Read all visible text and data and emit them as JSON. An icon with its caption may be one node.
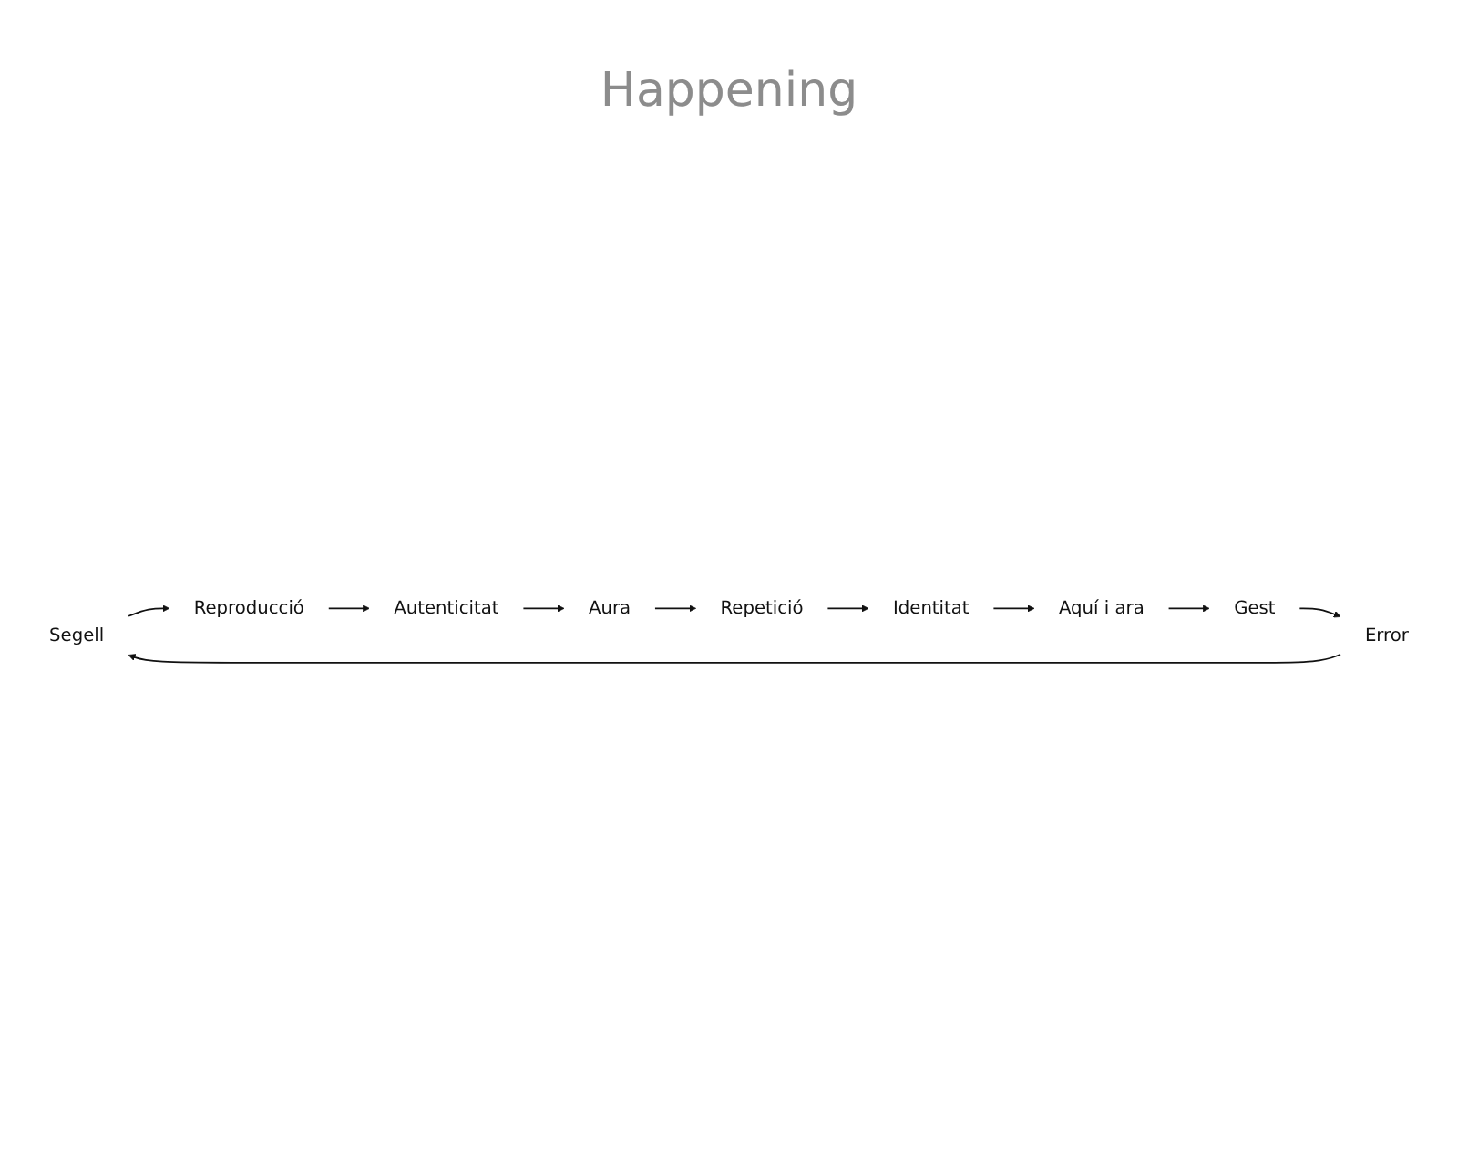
{
  "diagram": {
    "nodes": [
      {
        "text": [
          "Segell"
        ]
      },
      {
        "text": [
          "Reproducció"
        ]
      },
      {
        "text": [
          "Autenticitat"
        ]
      },
      {
        "text": [
          "Aura"
        ]
      },
      {
        "text": [
          "Repetició"
        ]
      },
      {
        "text": [
          "Identitat"
        ]
      },
      {
        "text": [
          "Aquí i ara"
        ]
      },
      {
        "text": [
          "Gest"
        ]
      },
      {
        "text": [
          "Error"
        ]
      }
    ],
    "edges": [
      {
        "from": 0,
        "to": 1,
        "arrow": "to"
      },
      {
        "from": 1,
        "to": 2,
        "arrow": "to"
      },
      {
        "from": 2,
        "to": 3,
        "arrow": "to"
      },
      {
        "from": 3,
        "to": 4,
        "arrow": "to"
      },
      {
        "from": 4,
        "to": 5,
        "arrow": "to"
      },
      {
        "from": 5,
        "to": 6,
        "arrow": "to"
      },
      {
        "from": 6,
        "to": 7,
        "arrow": "to"
      },
      {
        "from": 7,
        "to": 8,
        "arrow": "to"
      },
      {
        "from": 8,
        "to": 0,
        "arrow": "to"
      }
    ],
    "labels": [
      "Happening"
    ]
  }
}
